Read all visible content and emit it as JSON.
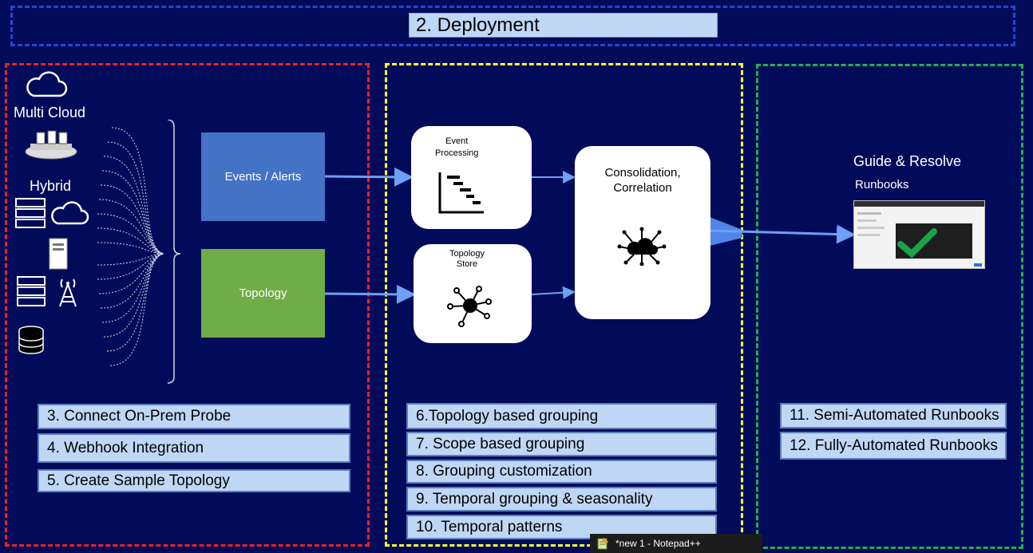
{
  "title": "2. Deployment",
  "sources": {
    "multi_cloud": "Multi Cloud",
    "hybrid": "Hybrid"
  },
  "inputs": {
    "events": "Events / Alerts",
    "topology": "Topology"
  },
  "cards": {
    "event_processing": [
      "Event",
      "Processing"
    ],
    "topology_store": [
      "Topology",
      "Store"
    ],
    "consolidation": [
      "Consolidation,",
      "Correlation"
    ]
  },
  "resolve": {
    "title": "Guide & Resolve",
    "subtitle": "Runbooks"
  },
  "steps_left": [
    "3. Connect On-Prem Probe",
    "4. Webhook Integration",
    "5. Create Sample Topology"
  ],
  "steps_mid": [
    "6.Topology based grouping",
    "7. Scope based grouping",
    "8. Grouping customization",
    "9. Temporal grouping & seasonality",
    "10. Temporal patterns"
  ],
  "steps_right": [
    "11. Semi-Automated Runbooks",
    "12. Fully-Automated Runbooks"
  ],
  "taskbar": {
    "label": "*new 1 - Notepad++"
  },
  "colors": {
    "background": "#020b5a",
    "red": "#e8231f",
    "yellow": "#ffff33",
    "green": "#22b14c",
    "blue": "#2148d6",
    "events": "#4472c4",
    "topology": "#70ad47"
  }
}
